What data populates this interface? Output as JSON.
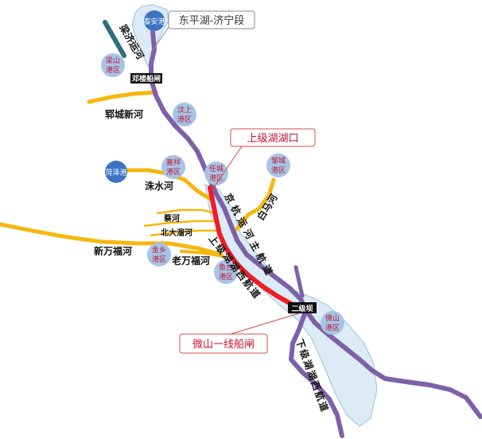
{
  "colors": {
    "lake": "#dcebf5",
    "lake_edge": "#9cc3dc",
    "main_channel": "#7e60a8",
    "highlight_channel": "#ee1c24",
    "tributary": "#f5b70f",
    "port_fill": "#a6c4e6",
    "port_fill_dark": "#3d74c2",
    "teal": "#2f6f78",
    "callout_border_red": "#d84a4a",
    "callout_border_gray": "#888888"
  },
  "callouts": {
    "dongping": "东平湖-济宁段",
    "shangjihu": "上级湖湖口",
    "weishan": "微山一线船闸"
  },
  "ports": {
    "taian": "泰安港",
    "liangshan": [
      "梁山",
      "港区"
    ],
    "wenshang": [
      "汶上",
      "港区"
    ],
    "jiaxiang": [
      "嘉祥",
      "港区"
    ],
    "rencheng": [
      "任城",
      "港区"
    ],
    "zoucheng": [
      "邹城",
      "港区"
    ],
    "heze": "菏泽港",
    "jinxiang": [
      "金乡",
      "港区"
    ],
    "yutai": [
      "鱼台",
      "港区"
    ],
    "weishan": [
      "微山",
      "港区"
    ]
  },
  "locks": {
    "denglou": "邓楼船闸",
    "erjiba": "二级坝"
  },
  "rivers": {
    "liangji": "梁济运河",
    "yuncheng": "郓城新河",
    "zhushui": "洙水河",
    "caihe": "蔡河",
    "beidaliu": "北大溜河",
    "xinwanfu": "新万福河",
    "laowanfu": "老万福河",
    "baima": "白马河",
    "jinghang": "京杭运河主航道",
    "shangji_west": "上级湖湖西航道",
    "xiaji_west": "下级湖湖西航道"
  }
}
